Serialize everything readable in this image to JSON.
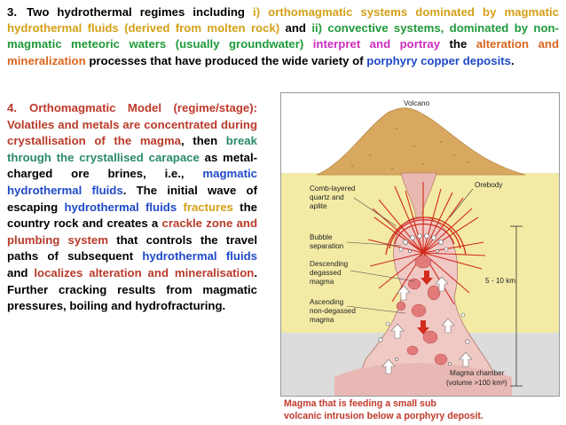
{
  "para3": {
    "number": "3.",
    "segments": [
      {
        "text": "Two hydrothermal regimes including ",
        "color": "black"
      },
      {
        "text": "i) orthomagmatic systems dominated by magmatic hydrothermal fluids (derived from molten rock)",
        "color": "gold"
      },
      {
        "text": " and ",
        "color": "black"
      },
      {
        "text": "ii) convective systems, dominated by non-magmatic meteoric waters (usually groundwater)",
        "color": "green"
      },
      {
        "text": " ",
        "color": "black"
      },
      {
        "text": "interpret and portray",
        "color": "magenta"
      },
      {
        "text": " the ",
        "color": "black"
      },
      {
        "text": "alteration and mineralization",
        "color": "orange"
      },
      {
        "text": " processes that have produced the wide variety of ",
        "color": "black"
      },
      {
        "text": "porphyry copper deposits",
        "color": "blue"
      },
      {
        "text": ".",
        "color": "black"
      }
    ]
  },
  "para4": {
    "number": "4.",
    "segments": [
      {
        "text": "Orthomagmatic Model (regime/stage):",
        "color": "red"
      },
      {
        "text": " Volatiles and metals are concentrated during ",
        "color": "brick"
      },
      {
        "text": "crystallisation of the magma",
        "color": "brick"
      },
      {
        "text": ", then ",
        "color": "black"
      },
      {
        "text": "break through the crystallised carapace",
        "color": "teal"
      },
      {
        "text": " as metal-charged ore brines, i.e., ",
        "color": "black"
      },
      {
        "text": "magmatic hydrothermal fluids",
        "color": "blue"
      },
      {
        "text": ". The initial wave of escaping ",
        "color": "black"
      },
      {
        "text": "hydrothermal fluids",
        "color": "blue"
      },
      {
        "text": " ",
        "color": "black"
      },
      {
        "text": "fractures",
        "color": "gold"
      },
      {
        "text": " the country rock and creates a ",
        "color": "black"
      },
      {
        "text": "crackle zone and plumbing system",
        "color": "brick"
      },
      {
        "text": " that controls the travel paths of subsequent ",
        "color": "black"
      },
      {
        "text": "hydrothermal fluids",
        "color": "blue"
      },
      {
        "text": " and ",
        "color": "black"
      },
      {
        "text": "localizes alteration and mineralisation",
        "color": "brick"
      },
      {
        "text": ". Further cracking results from magmatic pressures, boiling and hydrofracturing.",
        "color": "black"
      }
    ]
  },
  "diagram": {
    "labels": {
      "volcano": "Volcano",
      "comb1": "Comb-layered",
      "comb2": "quartz and",
      "comb3": "aplite",
      "orebody": "Orebody",
      "bubble1": "Bubble",
      "bubble2": "separation",
      "desc1": "Descending",
      "desc2": "degassed",
      "desc3": "magma",
      "asc1": "Ascending",
      "asc2": "non-degassed",
      "asc3": "magma",
      "depth": "5 - 10 km",
      "chamber1": "Magma chamber",
      "chamber2": "(volume >100 km³)"
    }
  },
  "caption": {
    "line1": "Magma  that is feeding a small sub",
    "line2": "volcanic intrusion below a porphyry deposit."
  },
  "colors": {
    "black": "#000000",
    "gold": "#d4a017",
    "green": "#1f9a3a",
    "magenta": "#cc2ec0",
    "orange": "#d9661f",
    "blue": "#1f49c8",
    "red": "#c0392b",
    "brick": "#b83a2a",
    "teal": "#2a8a6a"
  }
}
